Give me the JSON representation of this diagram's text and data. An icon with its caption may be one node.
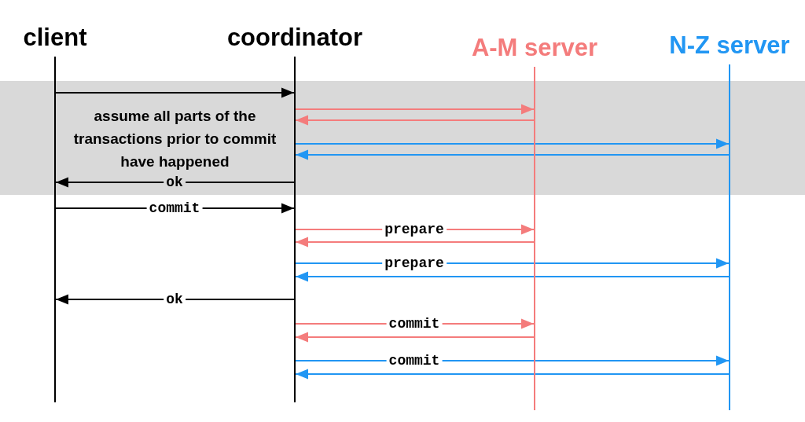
{
  "diagram": {
    "nodes": [
      {
        "text": [
          "client"
        ]
      },
      {
        "text": [
          "coordinator"
        ]
      },
      {
        "text": [
          "A-M server"
        ]
      },
      {
        "text": [
          "N-Z server"
        ]
      }
    ],
    "edges": [
      {
        "from": 0,
        "to": 1,
        "arrow": "to",
        "color": "#000000"
      },
      {
        "from": 1,
        "to": 2,
        "arrow": "to",
        "color": "#f47c7c"
      },
      {
        "from": 2,
        "to": 1,
        "arrow": "to",
        "color": "#f47c7c"
      },
      {
        "from": 1,
        "to": 3,
        "arrow": "to",
        "color": "#2196f3"
      },
      {
        "from": 3,
        "to": 1,
        "arrow": "to",
        "color": "#2196f3"
      },
      {
        "from": 1,
        "to": 0,
        "arrow": "to",
        "label": "ok",
        "color": "#000000"
      },
      {
        "from": 0,
        "to": 1,
        "arrow": "to",
        "label": "commit",
        "color": "#000000"
      },
      {
        "from": 1,
        "to": 2,
        "arrow": "to",
        "label": "prepare",
        "color": "#f47c7c"
      },
      {
        "from": 2,
        "to": 1,
        "arrow": "to",
        "color": "#f47c7c"
      },
      {
        "from": 1,
        "to": 3,
        "arrow": "to",
        "label": "prepare",
        "color": "#2196f3"
      },
      {
        "from": 3,
        "to": 1,
        "arrow": "to",
        "color": "#2196f3"
      },
      {
        "from": 1,
        "to": 0,
        "arrow": "to",
        "label": "ok",
        "color": "#000000"
      },
      {
        "from": 1,
        "to": 2,
        "arrow": "to",
        "label": "commit",
        "color": "#f47c7c"
      },
      {
        "from": 2,
        "to": 1,
        "arrow": "to",
        "color": "#f47c7c"
      },
      {
        "from": 1,
        "to": 3,
        "arrow": "to",
        "label": "commit",
        "color": "#2196f3"
      },
      {
        "from": 3,
        "to": 1,
        "arrow": "to",
        "color": "#2196f3"
      }
    ],
    "labels": [
      "assume all parts of the transactions prior to commit have happened"
    ]
  }
}
